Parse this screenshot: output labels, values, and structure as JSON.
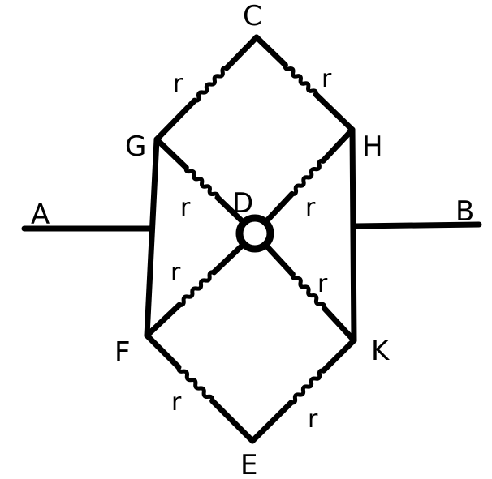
{
  "diagram": {
    "nodes": [
      {
        "id": "C",
        "label": "C"
      },
      {
        "id": "G",
        "label": "G"
      },
      {
        "id": "H",
        "label": "H"
      },
      {
        "id": "D",
        "label": "D"
      },
      {
        "id": "F",
        "label": "F"
      },
      {
        "id": "K",
        "label": "K"
      },
      {
        "id": "E",
        "label": "E"
      },
      {
        "id": "A",
        "label": "A"
      },
      {
        "id": "B",
        "label": "B"
      }
    ],
    "resistors": [
      {
        "from": "C",
        "to": "G",
        "label": "r"
      },
      {
        "from": "C",
        "to": "H",
        "label": "r"
      },
      {
        "from": "G",
        "to": "D",
        "label": "r"
      },
      {
        "from": "H",
        "to": "D",
        "label": "r"
      },
      {
        "from": "F",
        "to": "D",
        "label": "r"
      },
      {
        "from": "K",
        "to": "D",
        "label": "r"
      },
      {
        "from": "F",
        "to": "E",
        "label": "r"
      },
      {
        "from": "K",
        "to": "E",
        "label": "r"
      }
    ],
    "wires": [
      {
        "from": "G",
        "to": "F"
      },
      {
        "from": "H",
        "to": "K"
      },
      {
        "from": "A",
        "to": "G-F"
      },
      {
        "from": "B",
        "to": "H-K"
      }
    ]
  }
}
